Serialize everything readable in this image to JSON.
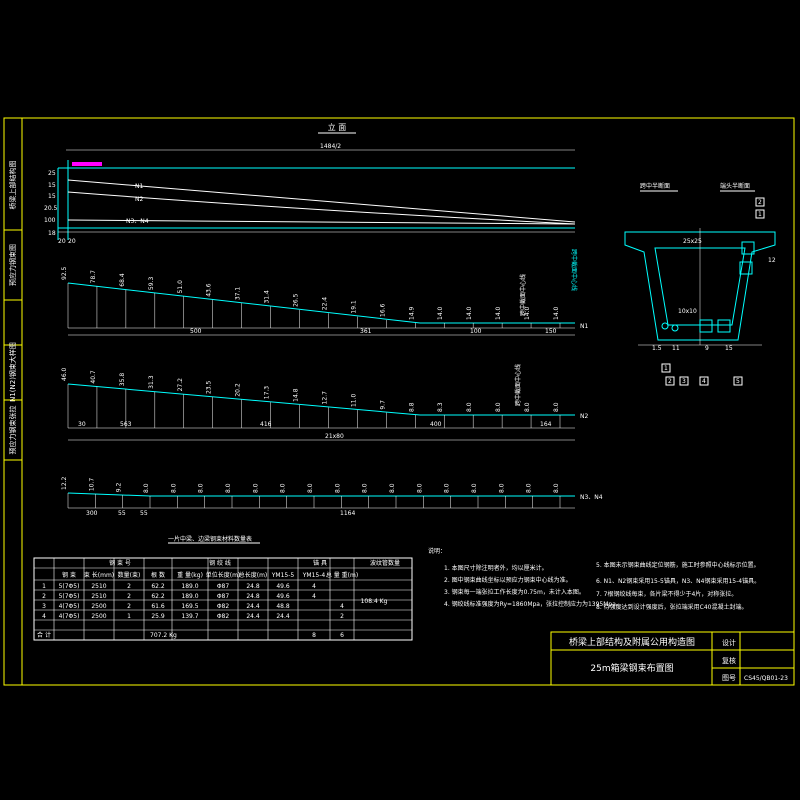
{
  "colors": {
    "background": "#000000",
    "border": "#ffff00",
    "beam": "#00ffff",
    "tendon": "#ffffff",
    "label": "#ffffff",
    "accent": "#ff00ff",
    "dim": "#00ff00"
  },
  "side_labels": [
    "桥梁上部结构图",
    "预应力钢束图",
    "N1(N2)钢束大样图",
    "预应力钢束张拉"
  ],
  "elevation": {
    "title": "立 面",
    "total_dim": "1484/2",
    "tendons": [
      "N1",
      "N2",
      "N3、N4"
    ],
    "left_dims": [
      "25",
      "15",
      "15",
      "20.5",
      "100",
      "18"
    ],
    "bottom_dims": [
      "20",
      "20"
    ],
    "right_label": "跨中截面中心线"
  },
  "n1": {
    "label": "N1",
    "values": [
      "92.5",
      "78.7",
      "68.4",
      "59.3",
      "51.0",
      "43.6",
      "37.1",
      "31.4",
      "26.5",
      "22.4",
      "19.1",
      "16.6",
      "14.9",
      "14.0",
      "14.0",
      "14.0",
      "14.0",
      "14.0"
    ],
    "dims": [
      "500",
      "361",
      "100",
      "150"
    ],
    "vertical_note": "跨中截面中心线"
  },
  "n2": {
    "label": "N2",
    "values": [
      "46.0",
      "40.7",
      "35.8",
      "31.3",
      "27.2",
      "23.5",
      "20.2",
      "17.3",
      "14.8",
      "12.7",
      "11.0",
      "9.7",
      "8.8",
      "8.3",
      "8.0",
      "8.0",
      "8.0",
      "8.0"
    ],
    "dims": [
      "30",
      "563",
      "416",
      "400",
      "164"
    ],
    "total_dim": "21x80",
    "vertical_note": "跨中截面中心线"
  },
  "n34": {
    "label": "N3、N4",
    "values": [
      "12.2",
      "10.7",
      "9.2",
      "8.0",
      "8.0",
      "8.0",
      "8.0",
      "8.0",
      "8.0",
      "8.0",
      "8.0",
      "8.0",
      "8.0",
      "8.0",
      "8.0",
      "8.0",
      "8.0",
      "8.0",
      "8.0"
    ],
    "dims": [
      "300",
      "55",
      "55",
      "1164"
    ]
  },
  "section": {
    "title_left": "跨中半断面",
    "title_right": "端头半断面",
    "labels": [
      "25x25",
      "10x10",
      "1.5",
      "11",
      "9",
      "15",
      "12"
    ],
    "tags_bottom": [
      "1",
      "2",
      "3",
      "4",
      "5"
    ],
    "tags_top": [
      "2",
      "1"
    ]
  },
  "table": {
    "title": "一片中梁、边梁钢束材料数量表",
    "header_groups": [
      "钢 束 号",
      "钢 绞 线",
      "锚 具",
      "波纹管数量"
    ],
    "columns": [
      "钢 束",
      "束 长(mm)",
      "数量(束)",
      "根 数",
      "重 量(kg)",
      "单位长度(m)",
      "总长度(m)",
      "YM15-5",
      "YM15-4",
      "总 量 重(m)"
    ],
    "rows": [
      [
        "1",
        "5(7Φ5)",
        "2510",
        "2",
        "62.2",
        "189.0",
        "Φ87",
        "24.8",
        "49.6",
        "4",
        ""
      ],
      [
        "2",
        "5(7Φ5)",
        "2510",
        "2",
        "62.2",
        "189.0",
        "Φ87",
        "24.8",
        "49.6",
        "4",
        ""
      ],
      [
        "3",
        "4(7Φ5)",
        "2500",
        "2",
        "61.6",
        "169.5",
        "Φ82",
        "24.4",
        "48.8",
        "",
        "4"
      ],
      [
        "4",
        "4(7Φ5)",
        "2500",
        "1",
        "25.9",
        "139.7",
        "Φ82",
        "24.4",
        "24.4",
        "",
        "2"
      ]
    ],
    "total_row": [
      "合 计",
      "",
      "",
      "",
      "",
      "",
      "",
      "",
      "",
      "8",
      "6"
    ],
    "total_weight": "707.2 Kg",
    "side_total": "108.4 Kg"
  },
  "notes": {
    "heading": "说明：",
    "left": [
      "1. 本图尺寸除注明者外，均以厘米计。",
      "2. 图中钢束曲线坐标以预应力钢束中心线为准。",
      "3. 钢束每一端张拉工作长度为0.75m，未计入本图。",
      "4. 钢绞线标准强度为Ry=1860Mpa，张拉控制应力为1395Mpa。"
    ],
    "right": [
      "5. 本图未示钢束曲线定位钢筋，施工时参照中心线标示位置。",
      "6. N1、N2钢束采用15-5锚具，N3、N4钢束采用15-4锚具。",
      "7. 7根钢绞线每束，各片梁不得少于4片，对称张拉。",
      "8. 待强度达到设计强度后，张拉端采用C40混凝土封端。"
    ]
  },
  "title_block": {
    "project": "桥梁上部结构及附属公用构造图",
    "drawing_title": "25m箱梁钢束布置图",
    "design_label": "设计",
    "review_label": "复核",
    "number_label": "图号",
    "number_value": "CS45/QB01-23"
  }
}
